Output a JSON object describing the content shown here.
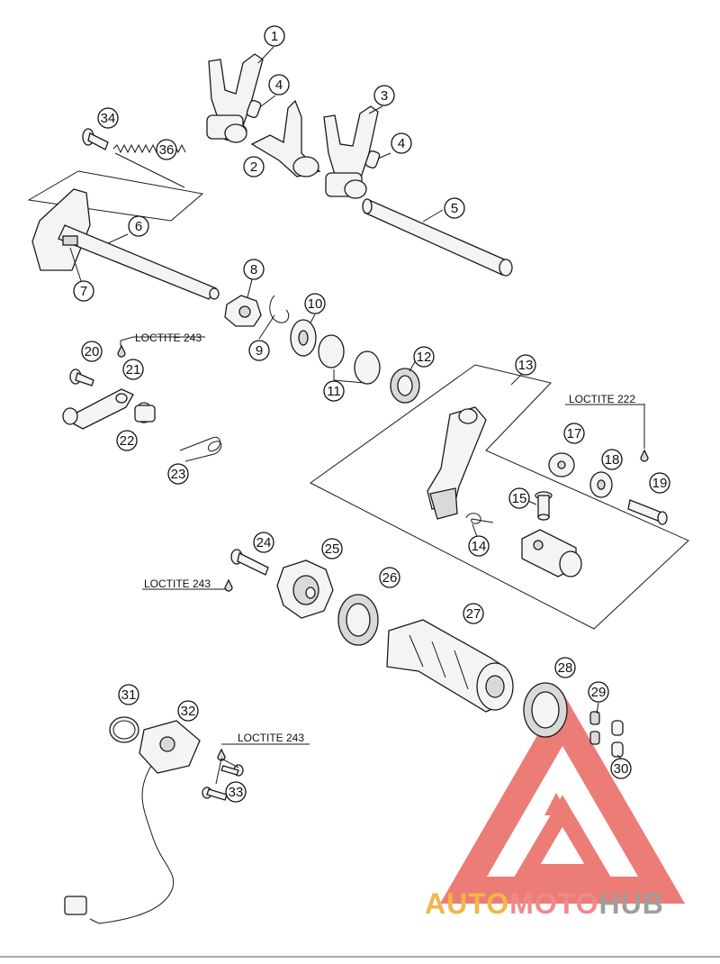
{
  "callouts": [
    "1",
    "2",
    "3",
    "4",
    "4",
    "5",
    "6",
    "7",
    "8",
    "9",
    "10",
    "11",
    "12",
    "13",
    "14",
    "15",
    "17",
    "18",
    "19",
    "20",
    "21",
    "22",
    "23",
    "24",
    "25",
    "26",
    "27",
    "28",
    "29",
    "30",
    "31",
    "32",
    "33",
    "34",
    "36"
  ],
  "loctite": {
    "l243_a": "LOCTITE 243",
    "l222": "LOCTITE 222",
    "l243_b": "LOCTITE 243",
    "l243_c": "LOCTITE 243"
  },
  "watermark": {
    "part_auto": "AUTO",
    "part_moto": "MOTO",
    "part_hub": "HUB",
    "colors": {
      "auto": "#f2b54a",
      "moto": "#f08a8a",
      "hub": "#b0b0b0",
      "logo": "#e9665f"
    }
  }
}
